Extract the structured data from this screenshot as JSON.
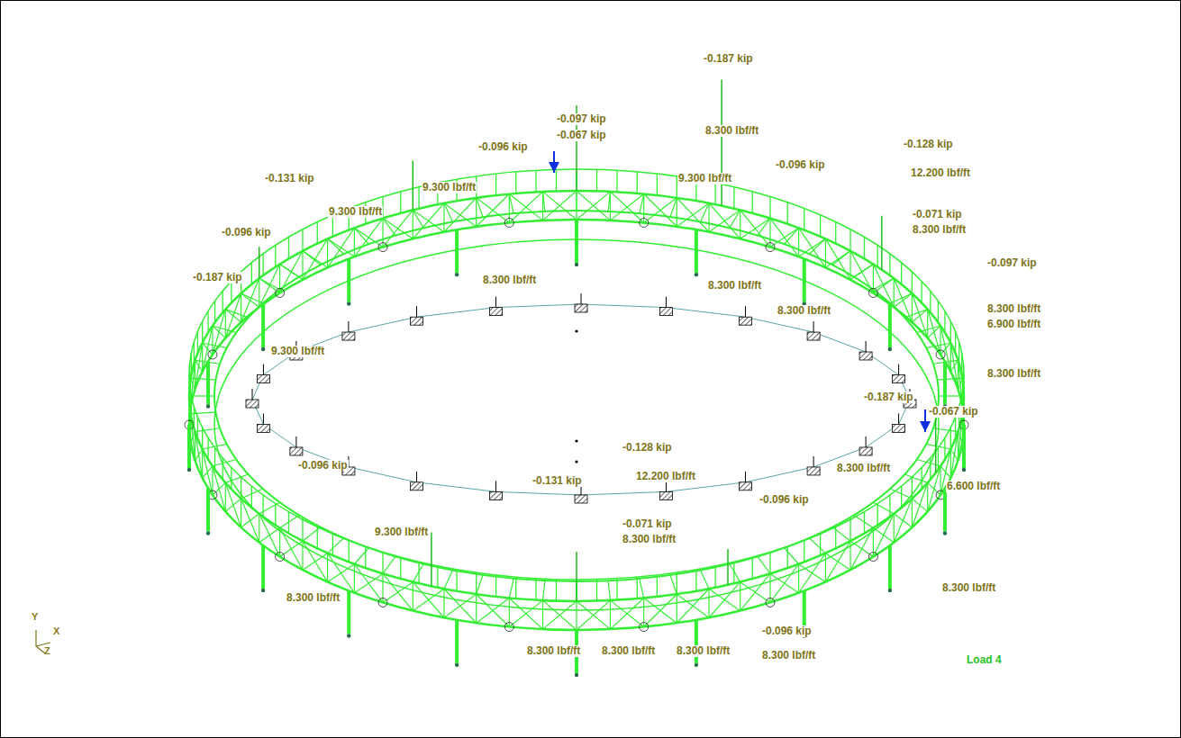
{
  "diagram": {
    "labels": [
      "-0.187 kip",
      "8.300 lbf/ft",
      "-0.097 kip",
      "-0.067 kip",
      "-0.096 kip",
      "-0.128 kip",
      "12.200 lbf/ft",
      "-0.131 kip",
      "-0.096 kip",
      "9.300 lbf/ft",
      "9.300 lbf/ft",
      "9.300 lbf/ft",
      "8.300 lbf/ft",
      "8.300 lbf/ft",
      "8.300 lbf/ft",
      "-0.071 kip",
      "8.300 lbf/ft",
      "-0.097 kip",
      "-0.187 kip",
      "-0.096 kip",
      "8.300 lbf/ft",
      "6.900 lbf/ft",
      "9.300 lbf/ft",
      "-0.187 kip",
      "-0.067 kip",
      "-0.128 kip",
      "12.200 lbf/ft",
      "-0.131 kip",
      "-0.071 kip",
      "8.300 lbf/ft",
      "8.300 lbf/ft",
      "-0.096 kip",
      "9.300 lbf/ft",
      "8.300 lbf/ft",
      "8.300 lbf/ft",
      "8.300 lbf/ft",
      "8.300 lbf/ft",
      "8.300 lbf/ft",
      "-0.096 kip",
      "-0.096 kip",
      "8.300 lbf/ft",
      "6.600 lbf/ft",
      "8.300 lbf/ft",
      "Load 4",
      "Y",
      "X",
      "Z"
    ]
  }
}
